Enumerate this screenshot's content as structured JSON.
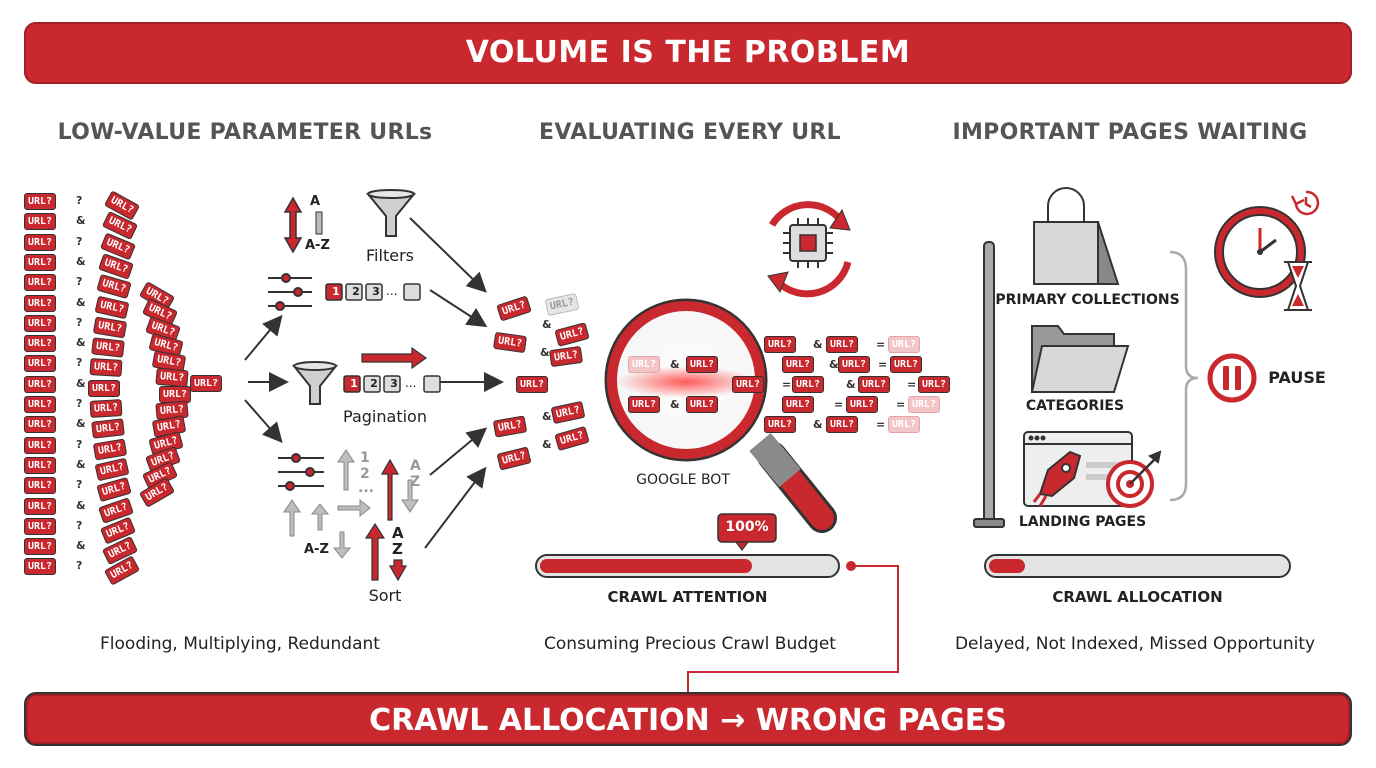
{
  "header": {
    "title": "VOLUME IS THE PROBLEM"
  },
  "footer": {
    "title": "CRAWL ALLOCATION → WRONG PAGES"
  },
  "columns": {
    "left": {
      "title": "LOW-VALUE PARAMETER URLs",
      "caption": "Flooding, Multiplying, Redundant"
    },
    "middle": {
      "title": "EVALUATING EVERY URL",
      "caption": "Consuming Precious Crawl Budget"
    },
    "right": {
      "title": "IMPORTANT PAGES WAITING",
      "caption": "Delayed, Not Indexed, Missed Opportunity"
    }
  },
  "labels": {
    "url_token": "URL?",
    "amp": "&",
    "question": "?",
    "eq": "=",
    "az": "A-Z",
    "a": "A",
    "z": "Z",
    "filters": "Filters",
    "pagination": "Pagination",
    "sort": "Sort",
    "page1": "1",
    "page2": "2",
    "page3": "3",
    "ellipsis": "...",
    "one": "1",
    "two": "2",
    "google_bot": "GOOGLE BOT",
    "percent_badge": "100%",
    "crawl_attention": "CRAWL ATTENTION",
    "crawl_allocation": "CRAWL ALLOCATION",
    "primary_collections": "PRIMARY COLLECTIONS",
    "categories": "CATEGORIES",
    "landing_pages": "LANDING PAGES",
    "pause": "PAUSE"
  },
  "crawl_attention_level": 0.71,
  "crawl_allocation_level": 0.12,
  "colors": {
    "accent": "#c8282e",
    "outline": "#333333",
    "gray": "#b5b5b5"
  },
  "icons": [
    "funnel-icon",
    "sliders-icon",
    "magnifier-icon",
    "cpu-cycle-icon",
    "shopping-bag-icon",
    "folder-icon",
    "browser-rocket-icon",
    "clock-icon",
    "hourglass-icon",
    "pause-icon",
    "history-icon"
  ]
}
